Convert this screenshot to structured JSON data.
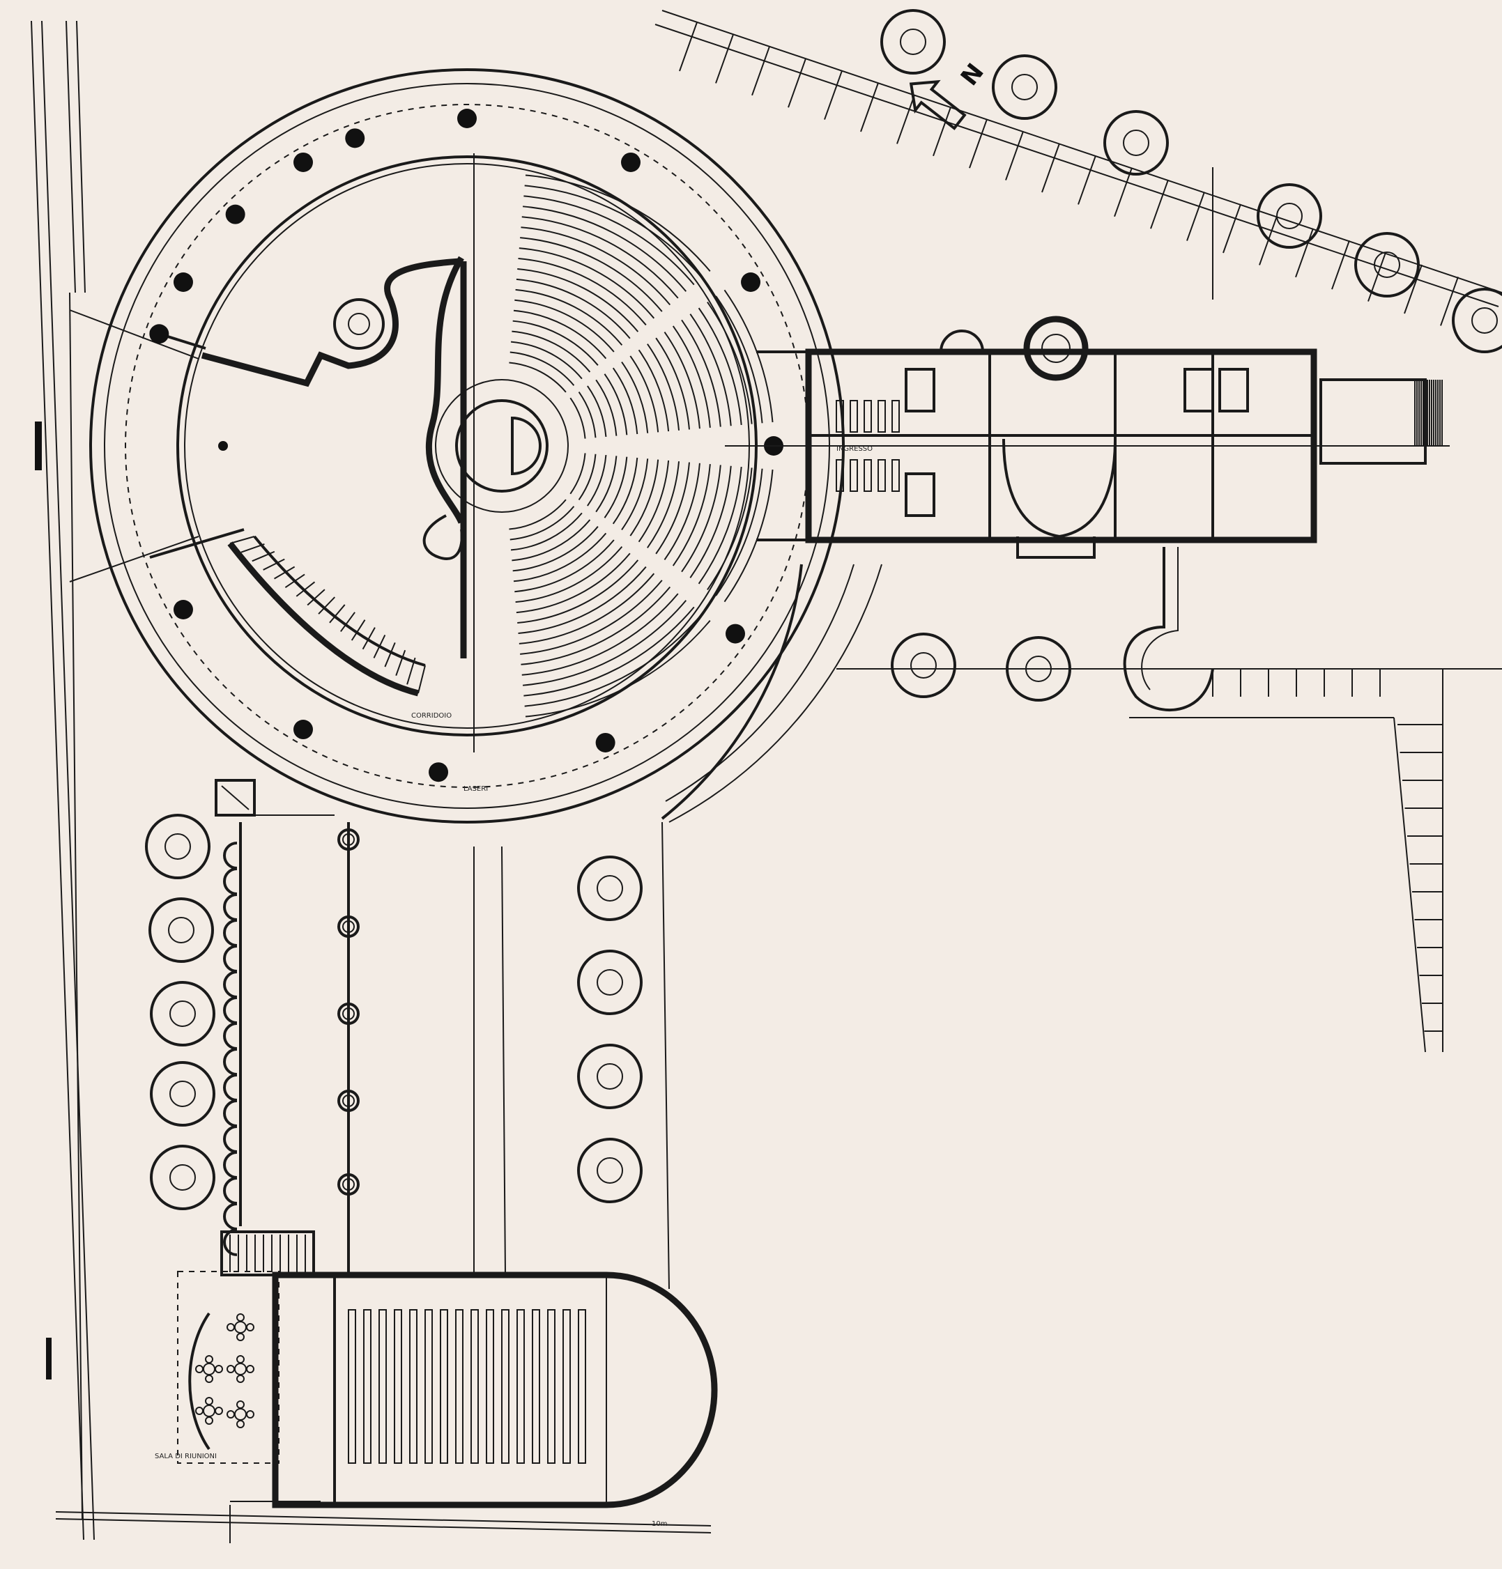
{
  "drawing": {
    "type": "architectural floor plan",
    "north_arrow": {
      "label": "N"
    },
    "labels": {
      "entrance_label": "INGRESSO",
      "lower_label": "LASERI",
      "corridor_label": "CORRIDOIO",
      "hall_label": "SALA DI RIUNIONI",
      "scale_label": "10m"
    }
  },
  "colors": {
    "paper": "#f3ece5",
    "ink": "#1a1a1a"
  }
}
